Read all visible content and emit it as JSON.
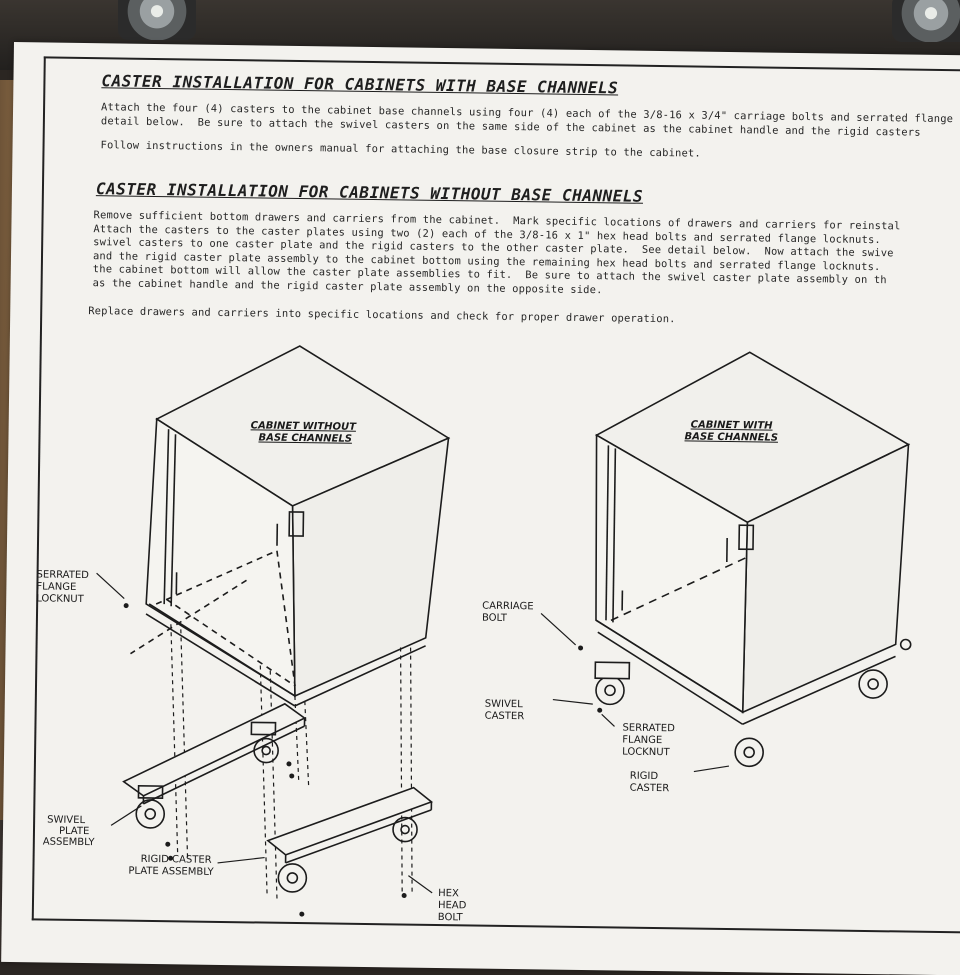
{
  "headings": {
    "with_channels": "CASTER INSTALLATION FOR CABINETS WITH BASE CHANNELS",
    "without_channels": "CASTER INSTALLATION FOR CABINETS WITHOUT BASE CHANNELS"
  },
  "paragraphs": {
    "with_channels_1": "Attach the four (4) casters to the cabinet base channels using four (4) each of the 3/8-16 x 3/4\" carriage bolts and serrated flange\ndetail below.  Be sure to attach the swivel casters on the same side of the cabinet as the cabinet handle and the rigid casters",
    "with_channels_2": "Follow instructions in the owners manual for attaching the base closure strip to the cabinet.",
    "without_channels_1": "Remove sufficient bottom drawers and carriers from the cabinet.  Mark specific locations of drawers and carriers for reinstal\nAttach the casters to the caster plates using two (2) each of the 3/8-16 x 1\" hex head bolts and serrated flange locknuts.  \nswivel casters to one caster plate and the rigid casters to the other caster plate.  See detail below.  Now attach the swive\nand the rigid caster plate assembly to the cabinet bottom using the remaining hex head bolts and serrated flange locknuts.\nthe cabinet bottom will allow the caster plate assemblies to fit.  Be sure to attach the swivel caster plate assembly on th\nas the cabinet handle and the rigid caster plate assembly on the opposite side.",
    "without_channels_2": "Replace drawers and carriers into specific locations and check for proper drawer operation."
  },
  "diagram_left": {
    "cabinet_label_1": "CABINET WITHOUT",
    "cabinet_label_2": "BASE CHANNELS",
    "serrated_1": "SERRATED",
    "serrated_2": "FLANGE",
    "serrated_3": "LOCKNUT",
    "swivel_plate_1": "SWIVEL",
    "swivel_plate_2": "PLATE",
    "swivel_plate_3": "ASSEMBLY",
    "rigid_plate_1": "RIGID CASTER",
    "rigid_plate_2": "PLATE ASSEMBLY",
    "hex_1": "HEX",
    "hex_2": "HEAD",
    "hex_3": "BOLT"
  },
  "diagram_right": {
    "cabinet_label_1": "CABINET WITH",
    "cabinet_label_2": "BASE CHANNELS",
    "carriage_1": "CARRIAGE",
    "carriage_2": "BOLT",
    "swivel_1": "SWIVEL",
    "swivel_2": "CASTER",
    "serrated_1": "SERRATED",
    "serrated_2": "FLANGE",
    "serrated_3": "LOCKNUT",
    "rigid_1": "RIGID",
    "rigid_2": "CASTER"
  }
}
